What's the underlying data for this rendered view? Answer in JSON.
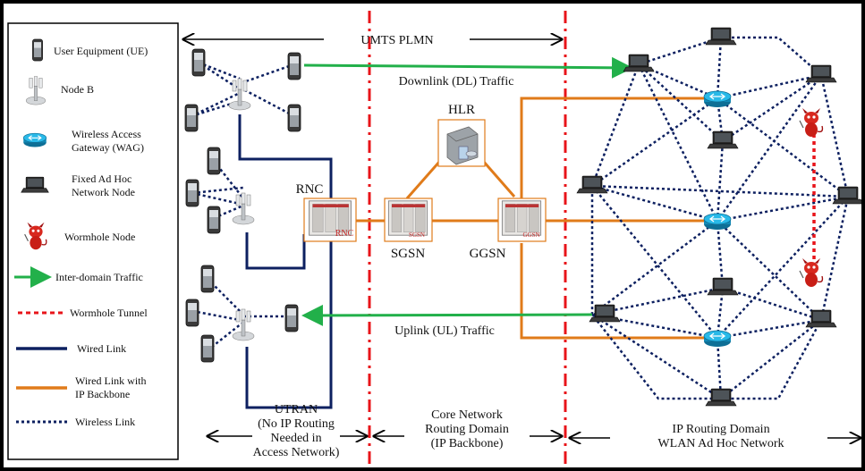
{
  "legend": {
    "items": [
      {
        "label_lines": [
          "User Equipment (UE)"
        ],
        "icon": "phone-icon"
      },
      {
        "label_lines": [
          "Node B"
        ],
        "icon": "antenna-tower-icon"
      },
      {
        "label_lines": [
          "Wireless Access",
          "Gateway (WAG)"
        ],
        "icon": "router-icon"
      },
      {
        "label_lines": [
          "Fixed Ad Hoc",
          "Network Node"
        ],
        "icon": "laptop-icon"
      },
      {
        "label_lines": [
          "Wormhole Node"
        ],
        "icon": "devil-icon"
      },
      {
        "label_lines": [
          "Inter-domain Traffic"
        ],
        "icon": "green-arrow-icon"
      },
      {
        "label_lines": [
          "Wormhole Tunnel"
        ],
        "icon": "red-dotted-line-icon"
      },
      {
        "label_lines": [
          "Wired Link"
        ],
        "icon": "navy-line-icon"
      },
      {
        "label_lines": [
          "Wired Link with",
          "IP Backbone"
        ],
        "icon": "orange-line-icon"
      },
      {
        "label_lines": [
          "Wireless Link"
        ],
        "icon": "navy-dotted-line-icon"
      }
    ]
  },
  "top_label": "UMTS PLMN",
  "traffic": {
    "downlink": "Downlink (DL) Traffic",
    "uplink": "Uplink (UL) Traffic"
  },
  "nodes": {
    "hlr": "HLR",
    "rnc": "RNC",
    "rnc_tag": "RNC",
    "sgsn": "SGSN",
    "sgsn_tag": "SGSN",
    "ggsn": "GGSN",
    "ggsn_tag": "GGSN"
  },
  "domains": {
    "utran": [
      "UTRAN",
      "(No IP Routing",
      "Needed in",
      "Access Network)"
    ],
    "core": [
      "Core Network",
      "Routing Domain",
      "(IP Backbone)"
    ],
    "ip": [
      "IP Routing Domain",
      "WLAN Ad Hoc Network"
    ]
  },
  "colors": {
    "navy": "#0d2060",
    "orange": "#e07b1a",
    "green": "#22b04a",
    "red": "#e8141a",
    "router": "#1aa7d8"
  }
}
